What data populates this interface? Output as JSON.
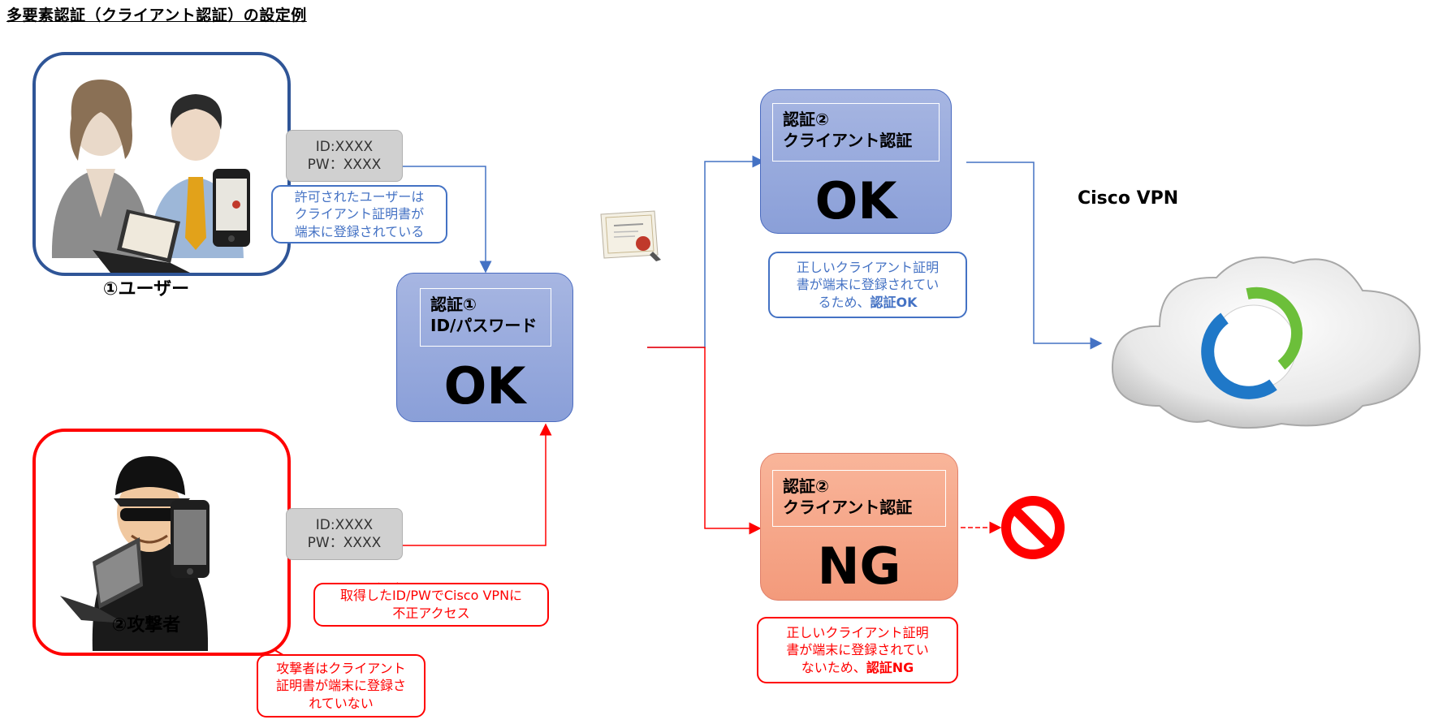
{
  "title": "多要素認証（クライアント認証）の設定例",
  "user": {
    "label": "①ユーザー",
    "credentials": [
      "ID:XXXX",
      "PW：XXXX"
    ],
    "callout": [
      "許可されたユーザーは",
      "クライアント証明書が",
      "端末に登録されている"
    ]
  },
  "attacker": {
    "label": "②攻撃者",
    "credentials": [
      "ID:XXXX",
      "PW：XXXX"
    ],
    "callout_access": [
      "取得したID/PWでCisco VPNに",
      "不正アクセス"
    ],
    "callout_cert": [
      "攻撃者はクライアント",
      "証明書が端末に登録さ",
      "れていない"
    ]
  },
  "auth1": {
    "heading": [
      "認証①",
      "ID/パスワード"
    ],
    "result": "OK"
  },
  "auth2_ok": {
    "heading": [
      "認証②",
      "クライアント認証"
    ],
    "result": "OK",
    "note": [
      "正しいクライアント証明",
      "書が端末に登録されてい",
      "るため、"
    ],
    "note_strong": "認証OK"
  },
  "auth2_ng": {
    "heading": [
      "認証②",
      "クライアント認証"
    ],
    "result": "NG",
    "note": [
      "正しいクライアント証明",
      "書が端末に登録されてい",
      "ないため、"
    ],
    "note_strong": "認証NG"
  },
  "vpn": {
    "label": "Cisco VPN"
  },
  "icons": [
    "female-user-icon",
    "male-user-icon",
    "laptop-icon",
    "smartphone-icon",
    "certificate-icon",
    "hacker-icon",
    "cloud-icon",
    "cisco-anyconnect-logo",
    "prohibited-icon"
  ],
  "colors": {
    "user_frame": "#2f5597",
    "attacker_frame": "#ff0000",
    "ok_box": "#8ea2d8",
    "ng_box": "#f4a180",
    "ok_line": "#4472c4",
    "ng_line": "#ff0000"
  }
}
